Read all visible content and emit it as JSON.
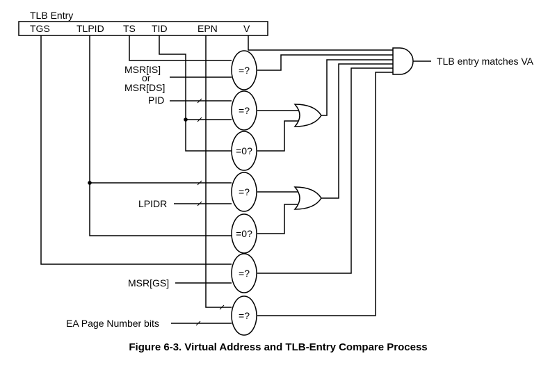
{
  "tlb_entry": {
    "title": "TLB Entry",
    "fields": [
      "TGS",
      "TLPID",
      "TS",
      "TID",
      "EPN",
      "V"
    ]
  },
  "inputs": {
    "msr_is": "MSR[IS]",
    "or_word": "or",
    "msr_ds": "MSR[DS]",
    "pid": "PID",
    "lpidr": "LPIDR",
    "msr_gs": "MSR[GS]",
    "ea_page": "EA Page Number bits"
  },
  "comparators": {
    "eq": "=?",
    "zero": "=0?"
  },
  "output": "TLB entry matches VA",
  "caption": "Figure 6-3. Virtual Address and TLB-Entry Compare Process"
}
